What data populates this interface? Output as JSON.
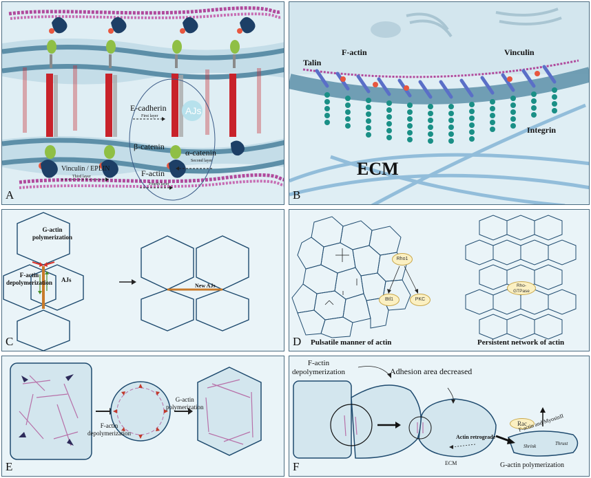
{
  "panels": {
    "a": {
      "letter": "A",
      "e_cadherin": "E-cadherin",
      "first_layer": "First layer",
      "ajs": "AJs",
      "beta_catenin": "β-catenin",
      "alpha_catenin": "α-catenin",
      "second_layer": "Second layer",
      "vinculin_eplin": "Vinculin / EPLIN",
      "third_layer": "Third layer",
      "f_actin": "F-actin",
      "fourth_layer": "Fourth layer"
    },
    "b": {
      "letter": "B",
      "talin": "Talin",
      "f_actin": "F-actin",
      "vinculin": "Vinculin",
      "integrin": "Integrin",
      "ecm": "ECM"
    },
    "c": {
      "letter": "C",
      "g_actin_polymerization": [
        "G-actin",
        "polymerization"
      ],
      "f_actin_depolymerization": [
        "F-actin",
        "depolymerization"
      ],
      "ajs": "AJs",
      "new_ajs": "New AJs"
    },
    "d": {
      "letter": "D",
      "rho1": "Rho1",
      "btl1": "Btl1",
      "pkc": "PKC",
      "rho_gtpase": [
        "Rho-",
        "GTPase"
      ],
      "pulsatile_caption": "Pulsatile manner of actin",
      "persistent_caption": "Persistent network of actin"
    },
    "e": {
      "letter": "E",
      "f_actin_depolymerization": [
        "F-actin",
        "depolymerization"
      ],
      "g_actin_polymerization": [
        "G-actin",
        "polymerization"
      ]
    },
    "f": {
      "letter": "F",
      "f_actin_depolymerization": [
        "F-actin",
        "depolymerization"
      ],
      "adhesion_area_decreased": "Adhesion area decreased",
      "rac": "Rac",
      "actin_retrograde": "Actin retrograde",
      "f_actin_and_myosin": "F-actin and MyosinII",
      "shrink": "Shrink",
      "thrust": "Thrust",
      "ecm": "ECM",
      "g_actin_polymerization": "G-actin polymerization"
    }
  },
  "colors": {
    "panel_bg": "#eaf4f8",
    "border": "#4a6b80",
    "membrane": "#5d8fa8",
    "f_actin": "#b04a9c",
    "e_cadherin": "#c8222a",
    "beta_catenin": "#8fbf45",
    "alpha_catenin": "#1d3f66",
    "integrin": "#1a8f86",
    "talin": "#5a6fc7",
    "hexagon": "#1e4a6e",
    "new_aj": "#c87a2a",
    "oval_fill": "#fbf0c2"
  },
  "icons": {
    "arrow": "arrow-icon",
    "hexagon": "hexagon-icon",
    "circle_highlight": "circle-highlight-icon"
  }
}
